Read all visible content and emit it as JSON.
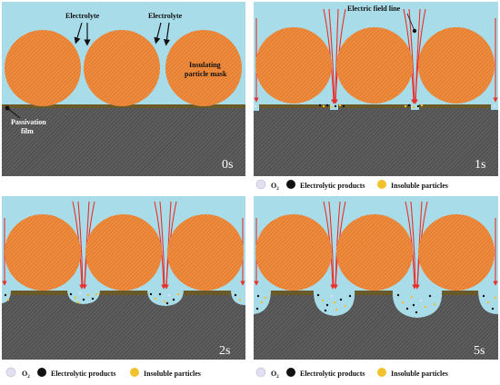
{
  "panels": [
    {
      "id": "p0",
      "time": "0s",
      "callouts": {
        "electrolyte_left": "Electrolyte",
        "electrolyte_right": "Electrolyte",
        "mask_line1": "Insulating",
        "mask_line2": "particle mask",
        "film_line1": "Passivation",
        "film_line2": "film"
      }
    },
    {
      "id": "p1",
      "time": "1s",
      "callouts": {
        "field_line": "Electric field line"
      }
    },
    {
      "id": "p2",
      "time": "2s"
    },
    {
      "id": "p3",
      "time": "5s"
    }
  ],
  "legend": {
    "o2": "O",
    "o2_sub": "2",
    "electrolytic_products": "Electrolytic products",
    "insoluble_particles": "Insoluble particles"
  },
  "colors": {
    "electrolyte": "#a9dce9",
    "particle": "#ef8b3c",
    "particle_hatch": "#d6702a",
    "substrate": "#5e5e5e",
    "film": "#6a5a2a",
    "field_line": "#e8302a",
    "o2_bubble": "#e3dff0",
    "product": "#111111",
    "insoluble": "#f2c12e"
  }
}
